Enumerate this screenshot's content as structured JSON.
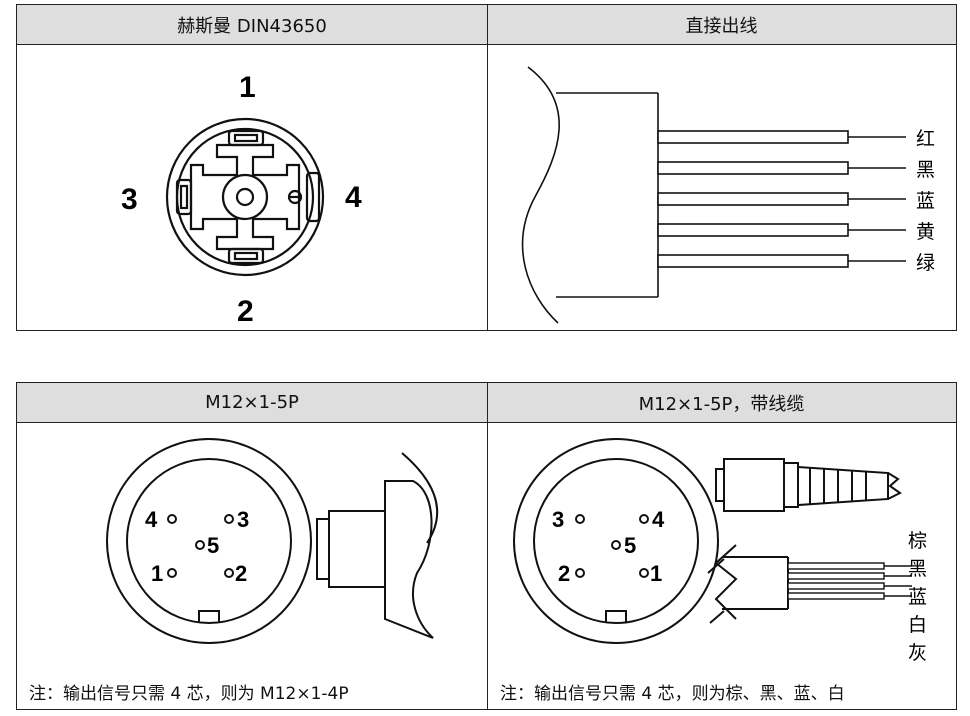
{
  "top_table": {
    "left_header": "赫斯曼  DIN43650",
    "right_header": "直接出线",
    "din_pins": [
      "1",
      "2",
      "3",
      "4"
    ],
    "wire_colors": [
      "红",
      "黑",
      "蓝",
      "黄",
      "绿"
    ]
  },
  "bottom_table": {
    "left_header": "M12×1-5P",
    "right_header": "M12×1-5P，带线缆",
    "left_pins": [
      "4",
      "3",
      "5",
      "1",
      "2"
    ],
    "right_pins": [
      "3",
      "4",
      "5",
      "2",
      "1"
    ],
    "cable_colors": [
      "棕",
      "黑",
      "蓝",
      "白",
      "灰"
    ],
    "left_note": "注：输出信号只需 4 芯，则为 M12×1-4P",
    "right_note": "注：输出信号只需 4 芯，则为棕、黑、蓝、白"
  }
}
